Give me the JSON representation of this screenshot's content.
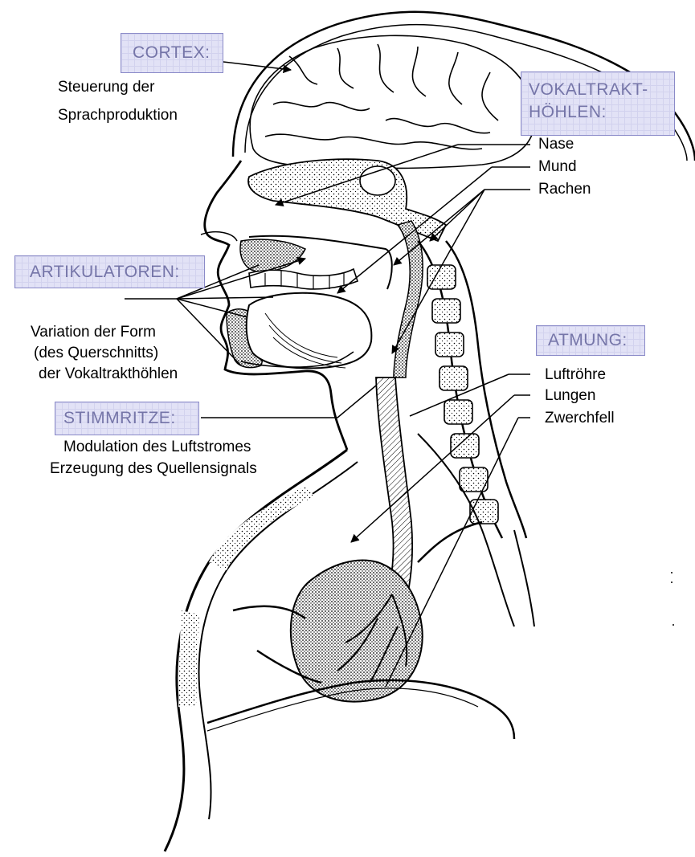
{
  "labels": {
    "cortex": {
      "heading": "CORTEX:",
      "desc": [
        "Steuerung der",
        "Sprachproduktion"
      ]
    },
    "vokaltrakt": {
      "heading": [
        "VOKALTRAKT-",
        "HÖHLEN:"
      ],
      "items": [
        "Nase",
        "Mund",
        "Rachen"
      ]
    },
    "artikulatoren": {
      "heading": "ARTIKULATOREN:",
      "desc": [
        "Variation der Form",
        "(des Querschnitts)",
        "der Vokaltrakthöhlen"
      ]
    },
    "atmung": {
      "heading": "ATMUNG:",
      "items": [
        "Luftröhre",
        "Lungen",
        "Zwerchfell"
      ]
    },
    "stimmritze": {
      "heading": "STIMMRITZE:",
      "desc": [
        "Modulation des Luftstromes",
        "Erzeugung des Quellensignals"
      ]
    }
  }
}
